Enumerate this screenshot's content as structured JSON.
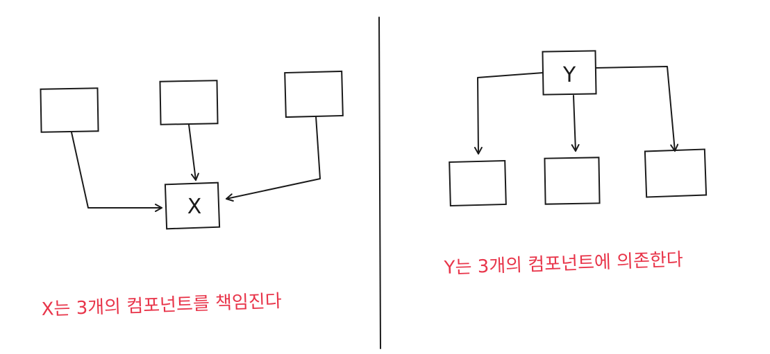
{
  "colors": {
    "ink": "#1a1a1a",
    "caption": "#e8354a",
    "background": "#ffffff"
  },
  "left_panel": {
    "center_node_label": "X",
    "caption": "X는 3개의 컴포넌트를 책임진다"
  },
  "right_panel": {
    "center_node_label": "Y",
    "caption": "Y는 3개의 컴포넌트에 의존한다"
  }
}
